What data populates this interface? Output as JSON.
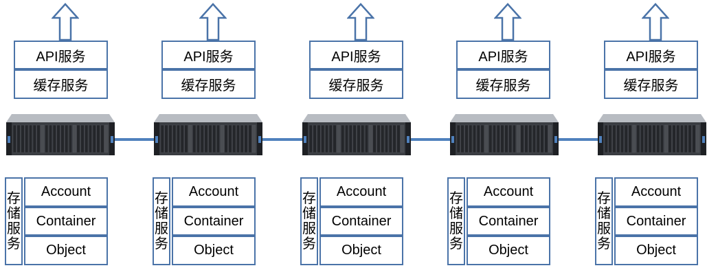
{
  "nodes": [
    {
      "api_label": "API服务",
      "cache_label": "缓存服务",
      "storage_label": "存储服务",
      "account_label": "Account",
      "container_label": "Container",
      "object_label": "Object"
    },
    {
      "api_label": "API服务",
      "cache_label": "缓存服务",
      "storage_label": "存储服务",
      "account_label": "Account",
      "container_label": "Container",
      "object_label": "Object"
    },
    {
      "api_label": "API服务",
      "cache_label": "缓存服务",
      "storage_label": "存储服务",
      "account_label": "Account",
      "container_label": "Container",
      "object_label": "Object"
    },
    {
      "api_label": "API服务",
      "cache_label": "缓存服务",
      "storage_label": "存储服务",
      "account_label": "Account",
      "container_label": "Container",
      "object_label": "Object"
    },
    {
      "api_label": "API服务",
      "cache_label": "缓存服务",
      "storage_label": "存储服务",
      "account_label": "Account",
      "container_label": "Container",
      "object_label": "Object"
    }
  ],
  "icons": {
    "arrow": "up-arrow-icon",
    "server": "rack-server-icon"
  },
  "colors": {
    "border": "#4a73a8",
    "link": "#4f81bd",
    "server_body": "#3a3d42",
    "server_accent": "#4f81bd"
  }
}
